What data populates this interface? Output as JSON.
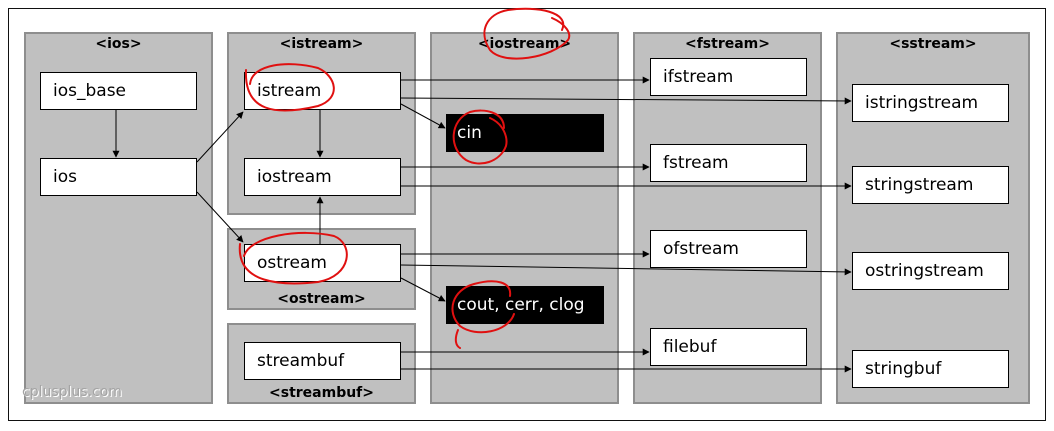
{
  "headers": {
    "ios": "<ios>",
    "istream": "<istream>",
    "iostream": "<iostream>",
    "fstream": "<fstream>",
    "sstream": "<sstream>",
    "ostream": "<ostream>",
    "streambuf": "<streambuf>"
  },
  "nodes": {
    "ios_base": "ios_base",
    "ios": "ios",
    "istream": "istream",
    "iostream": "iostream",
    "ostream": "ostream",
    "streambuf": "streambuf",
    "cin": "cin",
    "cout": "cout, cerr, clog",
    "ifstream": "ifstream",
    "fstream": "fstream",
    "ofstream": "ofstream",
    "filebuf": "filebuf",
    "istringstream": "istringstream",
    "stringstream": "stringstream",
    "ostringstream": "ostringstream",
    "stringbuf": "stringbuf"
  },
  "watermark": "cplusplus.com",
  "colors": {
    "panel": "#c0c0c0",
    "panel_border": "#8e8e8e",
    "annotation": "#e01010"
  }
}
